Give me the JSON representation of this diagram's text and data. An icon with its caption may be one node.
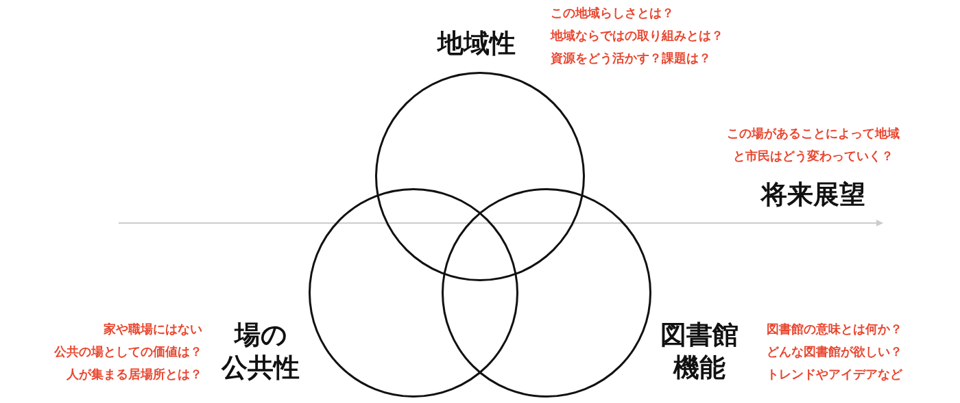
{
  "diagram": {
    "nodes": [
      {
        "text": [
          "地域性"
        ],
        "beside": [
          "この地域らしさとは？",
          "地域ならではの取り組みとは？",
          "資源をどう活かす？課題は？"
        ]
      },
      {
        "text": [
          "場の公共性"
        ],
        "beside": [
          "家や職場にはない",
          "公共の場としての価値は？",
          "人が集まる居場所とは？"
        ]
      },
      {
        "text": [
          "図書館機能"
        ],
        "beside": [
          "図書館の意味とは何か？",
          "どんな図書館が欲しい？",
          "トレンドやアイデアなど"
        ]
      }
    ],
    "edges": [],
    "labels": [
      "この場があることによって地域と市民はどう変わっていく？",
      "将来展望"
    ]
  }
}
